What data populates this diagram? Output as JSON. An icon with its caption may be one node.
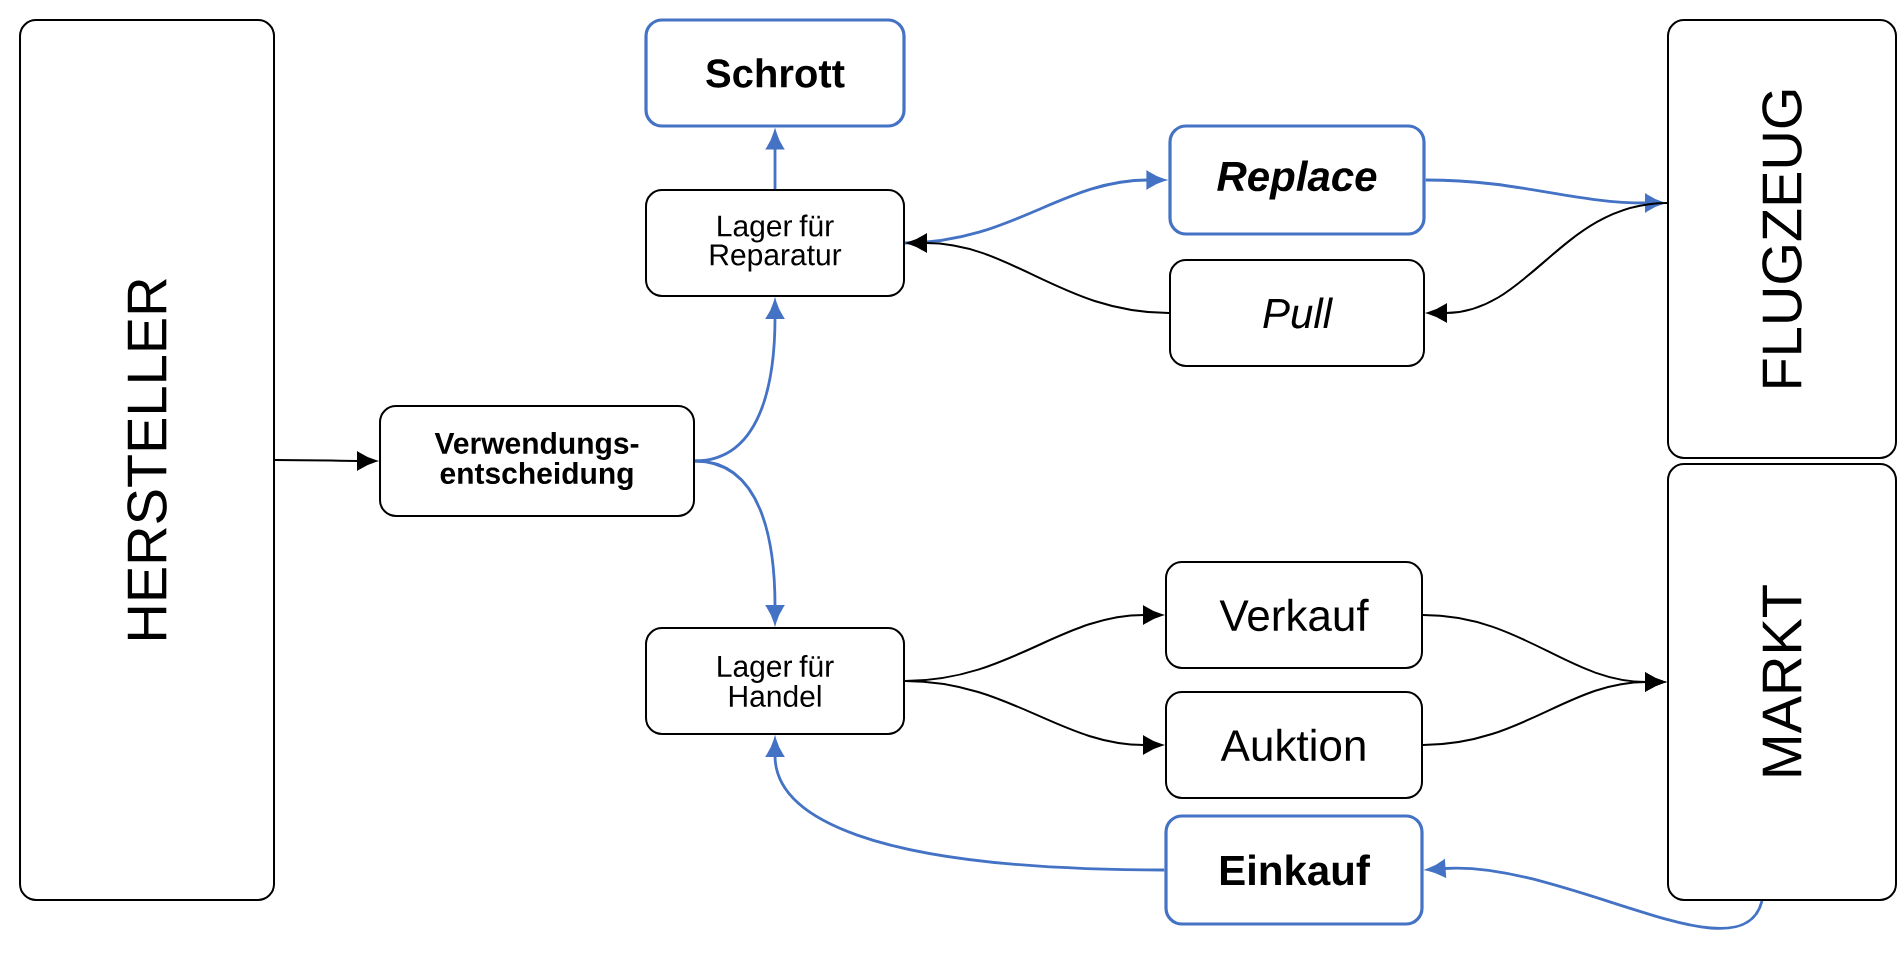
{
  "diagram": {
    "nodes": [
      {
        "text": [
          "HERSTELLER"
        ]
      },
      {
        "text": [
          "Verwendungs- entscheidung"
        ]
      },
      {
        "text": [
          "Schrott"
        ]
      },
      {
        "text": [
          "Lager für Reparatur"
        ]
      },
      {
        "text": [
          "Replace"
        ]
      },
      {
        "text": [
          "Pull"
        ]
      },
      {
        "text": [
          "FLUGZEUG"
        ]
      },
      {
        "text": [
          "Lager für Handel"
        ]
      },
      {
        "text": [
          "Verkauf"
        ]
      },
      {
        "text": [
          "Auktion"
        ]
      },
      {
        "text": [
          "Einkauf"
        ]
      },
      {
        "text": [
          "MARKT"
        ]
      }
    ],
    "edges": [
      {
        "from": 0,
        "to": 1,
        "arrow": "to"
      },
      {
        "from": 1,
        "to": 3,
        "arrow": "to",
        "color": "#4472c4"
      },
      {
        "from": 1,
        "to": 7,
        "arrow": "to",
        "color": "#4472c4"
      },
      {
        "from": 3,
        "to": 2,
        "arrow": "to",
        "color": "#4472c4"
      },
      {
        "from": 3,
        "to": 4,
        "arrow": "to",
        "color": "#4472c4"
      },
      {
        "from": 4,
        "to": 6,
        "arrow": "to",
        "color": "#4472c4"
      },
      {
        "from": 6,
        "to": 5,
        "arrow": "to"
      },
      {
        "from": 5,
        "to": 3,
        "arrow": "to"
      },
      {
        "from": 7,
        "to": 8,
        "arrow": "to"
      },
      {
        "from": 7,
        "to": 9,
        "arrow": "to"
      },
      {
        "from": 8,
        "to": 11,
        "arrow": "to"
      },
      {
        "from": 9,
        "to": 11,
        "arrow": "to"
      },
      {
        "from": 11,
        "to": 10,
        "arrow": "to",
        "color": "#4472c4"
      },
      {
        "from": 10,
        "to": 7,
        "arrow": "to",
        "color": "#4472c4"
      }
    ]
  }
}
